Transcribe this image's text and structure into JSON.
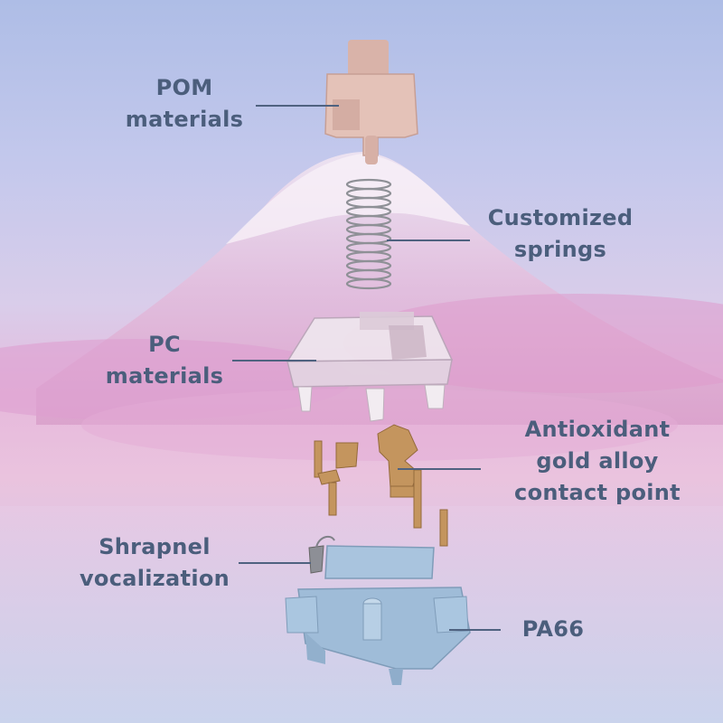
{
  "callouts": {
    "pom": {
      "line1": "POM",
      "line2": "materials"
    },
    "springs": {
      "line1": "Customized",
      "line2": "springs"
    },
    "pc": {
      "line1": "PC",
      "line2": "materials"
    },
    "contact": {
      "line1": "Antioxidant",
      "line2": "gold alloy",
      "line3": "contact point"
    },
    "shrapnel": {
      "line1": "Shrapnel",
      "line2": "vocalization"
    },
    "pa66": {
      "line1": "PA66"
    }
  },
  "colors": {
    "stem": "#e4c2b8",
    "housing_top": "#e8dde8",
    "contacts": "#c4955e",
    "housing_bottom": "#9fbcd8",
    "label_text": "#4b5e7c"
  }
}
